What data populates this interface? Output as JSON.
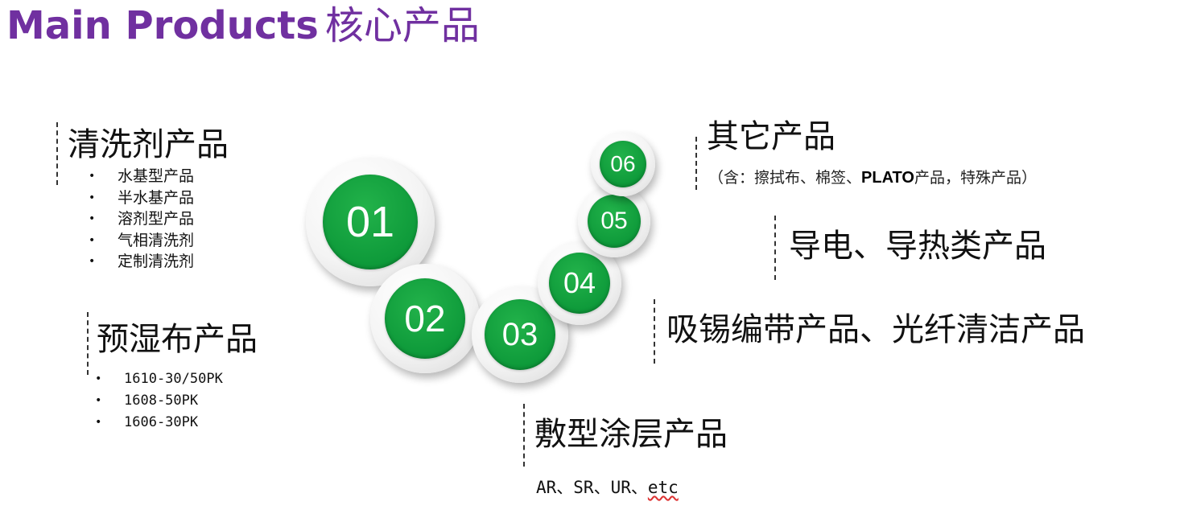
{
  "title": {
    "en": "Main Products",
    "cn": "核心产品"
  },
  "brand_color": "#7030a0",
  "accent_color": "#0e9a3a",
  "circles": [
    {
      "label": "01"
    },
    {
      "label": "02"
    },
    {
      "label": "03"
    },
    {
      "label": "04"
    },
    {
      "label": "05"
    },
    {
      "label": "06"
    }
  ],
  "cleaners": {
    "heading": "清洗剂产品",
    "items": [
      "水基型产品",
      "半水基产品",
      "溶剂型产品",
      "气相清洗剂",
      "定制清洗剂"
    ]
  },
  "wipes": {
    "heading": "预湿布产品",
    "items": [
      "1610-30/50PK",
      "1608-50PK",
      "1606-30PK"
    ]
  },
  "others": {
    "heading": "其它产品",
    "sub_prefix": "（含：擦拭布、棉签、",
    "sub_bold": "PLATO",
    "sub_suffix": "产品，特殊产品）"
  },
  "conductive": {
    "heading": "导电、导热类产品"
  },
  "desolder": {
    "heading": "吸锡编带产品、光纤清洁产品"
  },
  "coating": {
    "heading": "敷型涂层产品",
    "sub_main": "AR、SR、UR、",
    "sub_etc": "etc"
  }
}
